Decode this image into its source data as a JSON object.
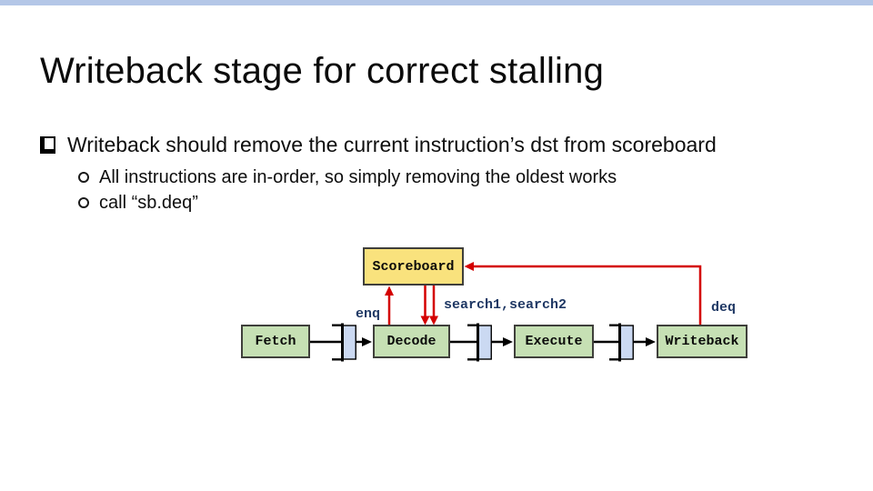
{
  "slide": {
    "title": "Writeback stage for correct stalling",
    "bullets": {
      "main": "Writeback should remove the current instruction’s dst from scoreboard",
      "sub1": "All instructions are in-order, so simply removing the oldest works",
      "sub2": "call “sb.deq”"
    },
    "icons": {
      "main_bullet": "shadowed-square-bullet",
      "sub_bullet": "circle-outline-bullet"
    },
    "diagram": {
      "scoreboard_label": "Scoreboard",
      "stages": [
        {
          "label": "Fetch"
        },
        {
          "label": "Decode"
        },
        {
          "label": "Execute"
        },
        {
          "label": "Writeback"
        }
      ],
      "arrows": {
        "enq": "enq",
        "search": "search1,search2",
        "deq": "deq"
      }
    },
    "colors": {
      "top_bar": "#B4C7E7",
      "scoreboard_fill": "#F9E27D",
      "stage_fill": "#C6E0B4",
      "register_fill": "#CBD9F2",
      "box_border": "#3F3F3B",
      "arrow_red": "#D40000",
      "label_navy": "#1F3864",
      "text_black": "#0B0B0B"
    }
  }
}
